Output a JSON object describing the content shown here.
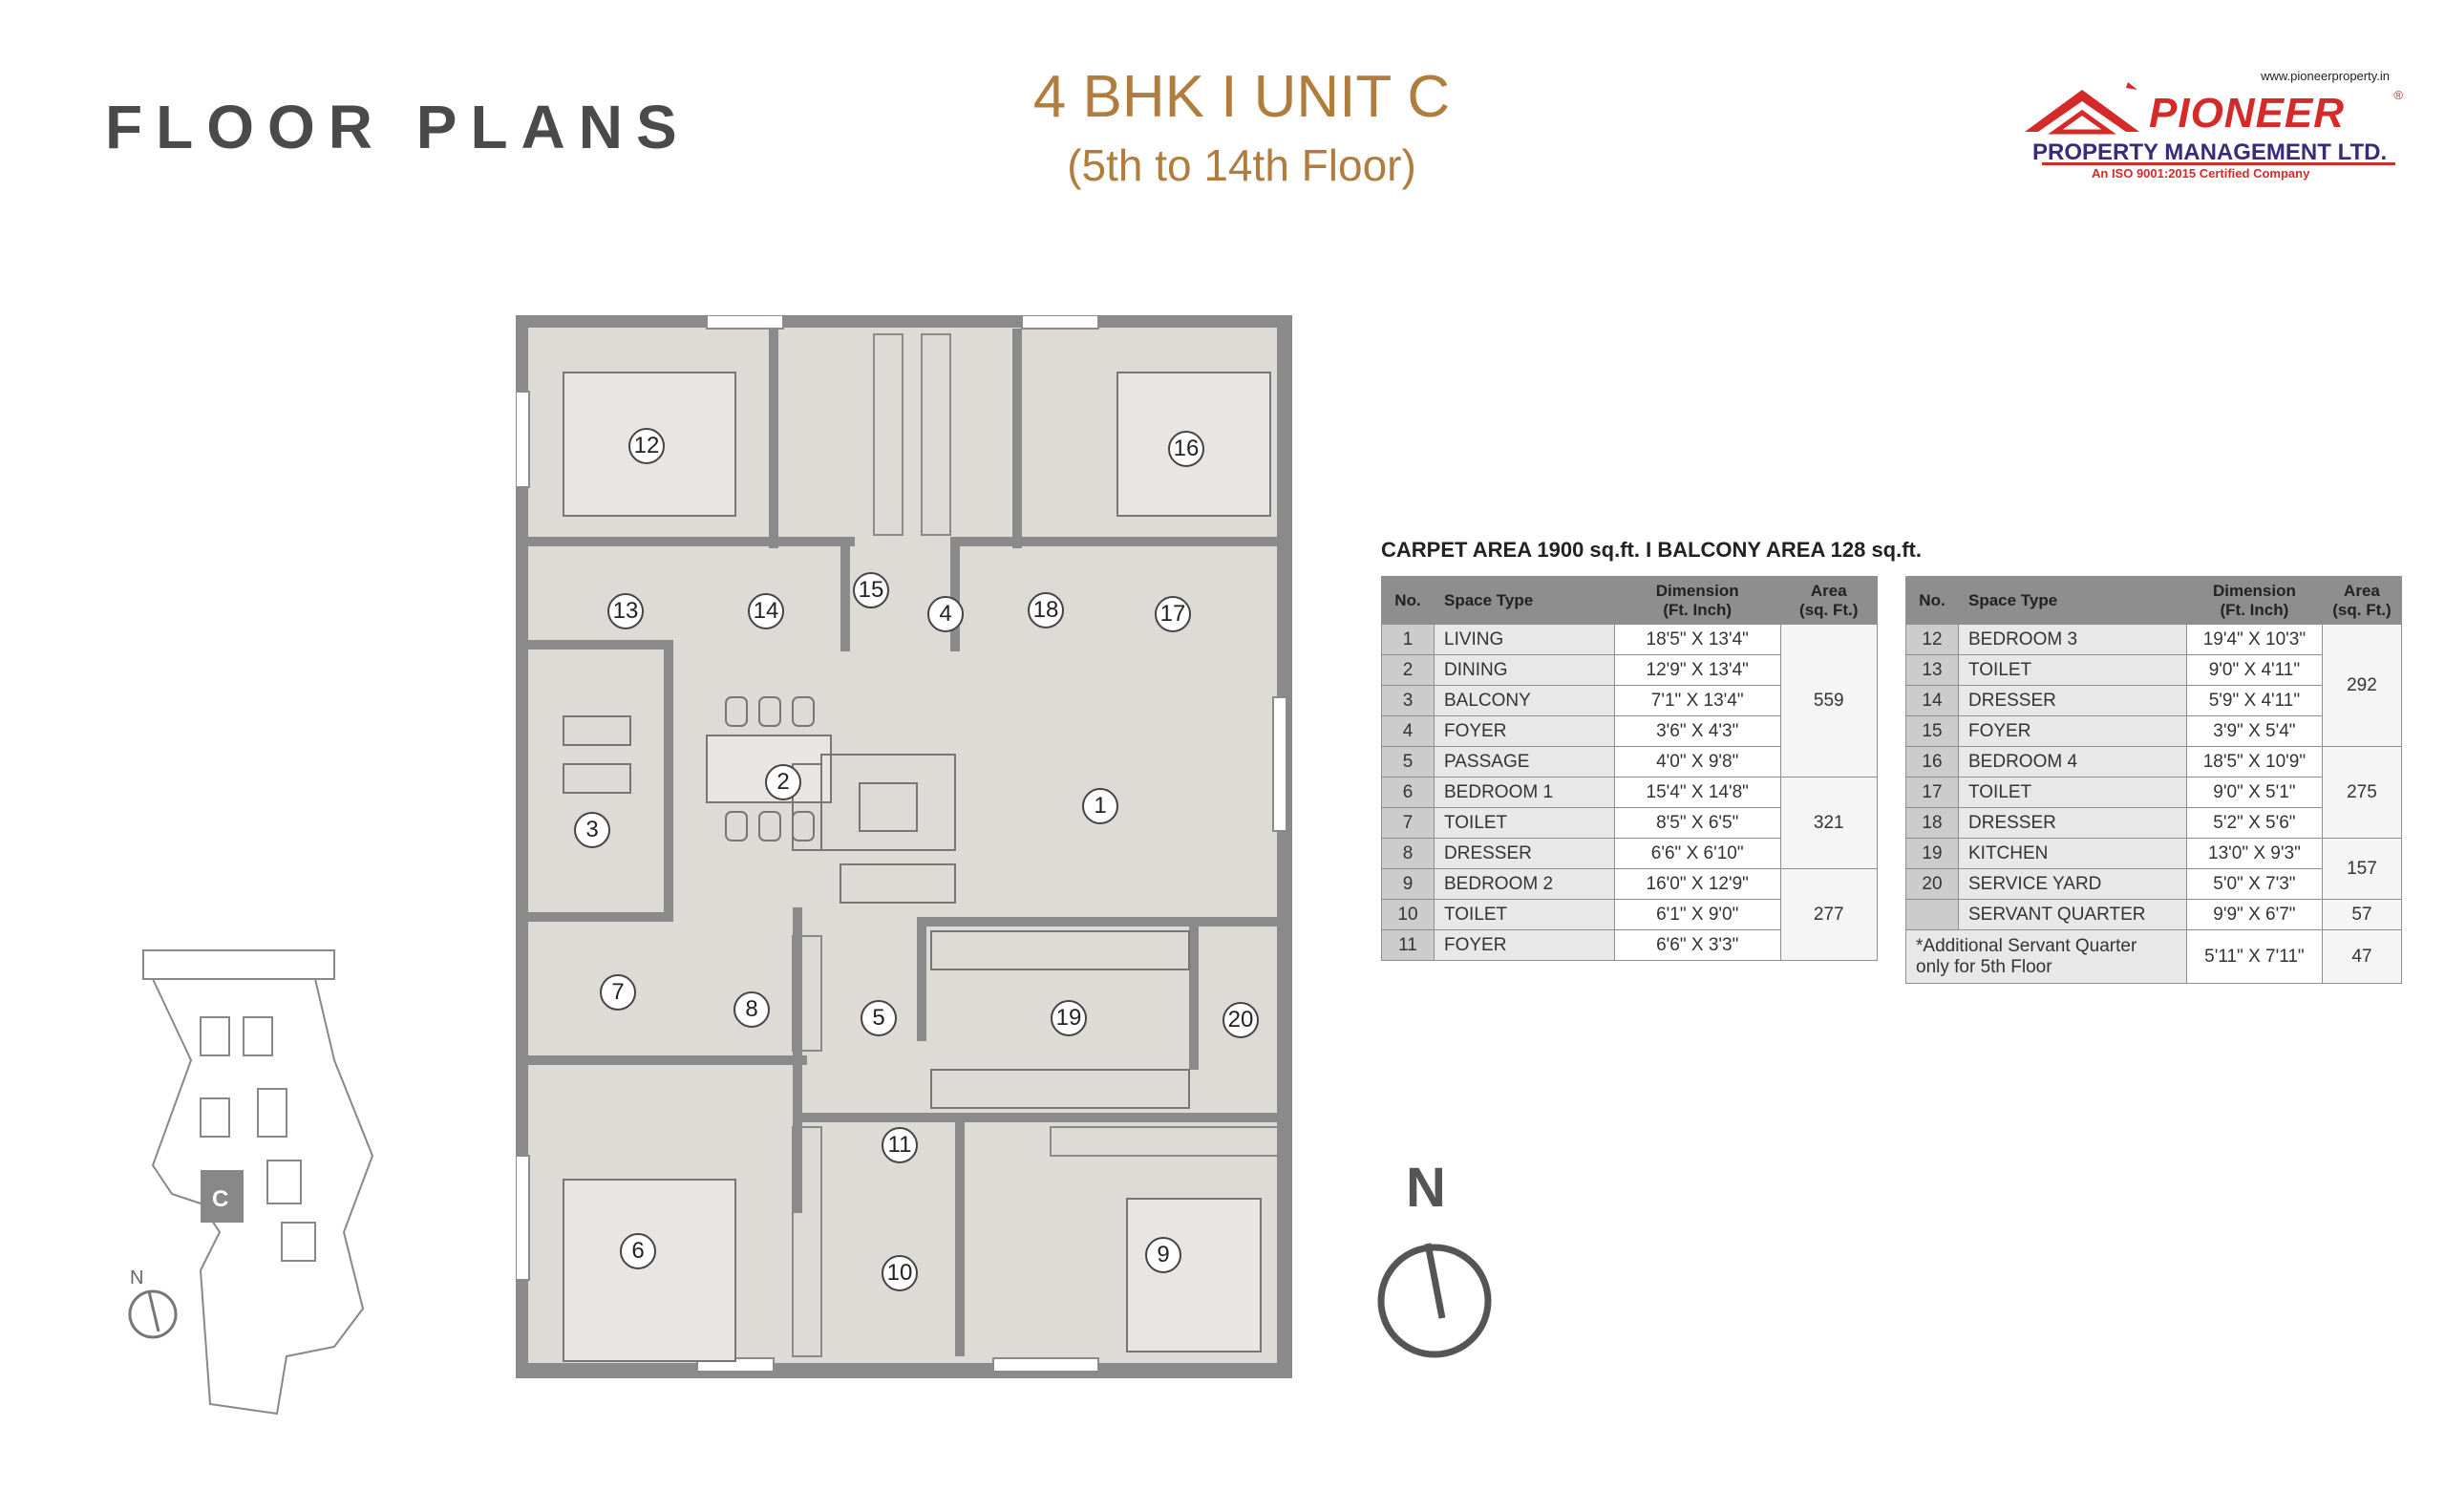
{
  "header": {
    "title": "FLOOR PLANS",
    "unit": "4 BHK I UNIT C",
    "floors": "(5th to 14th Floor)"
  },
  "logo": {
    "url": "www.pioneerproperty.in",
    "brand": "PIONEER",
    "registered": "®",
    "company": "PROPERTY MANAGEMENT LTD.",
    "certification": "An ISO 9001:2015 Certified Company"
  },
  "areas": {
    "summary": "CARPET AREA 1900 sq.ft. I BALCONY AREA 128 sq.ft."
  },
  "table_headers": {
    "no": "No.",
    "space_type": "Space Type",
    "dimension_line1": "Dimension",
    "dimension_line2": "(Ft. Inch)",
    "area_line1": "Area",
    "area_line2": "(sq. Ft.)"
  },
  "table_left": {
    "rows": [
      {
        "no": "1",
        "space": "LIVING",
        "dim": "18'5\" X 13'4\""
      },
      {
        "no": "2",
        "space": "DINING",
        "dim": "12'9\" X 13'4\""
      },
      {
        "no": "3",
        "space": "BALCONY",
        "dim": "7'1\" X 13'4\""
      },
      {
        "no": "4",
        "space": "FOYER",
        "dim": "3'6\" X 4'3\""
      },
      {
        "no": "5",
        "space": "PASSAGE",
        "dim": "4'0\" X 9'8\""
      },
      {
        "no": "6",
        "space": "BEDROOM 1",
        "dim": "15'4\" X 14'8\""
      },
      {
        "no": "7",
        "space": "TOILET",
        "dim": "8'5\" X 6'5\""
      },
      {
        "no": "8",
        "space": "DRESSER",
        "dim": "6'6\" X 6'10\""
      },
      {
        "no": "9",
        "space": "BEDROOM 2",
        "dim": "16'0\" X 12'9\""
      },
      {
        "no": "10",
        "space": "TOILET",
        "dim": "6'1\" X 9'0\""
      },
      {
        "no": "11",
        "space": "FOYER",
        "dim": "6'6\" X 3'3\""
      }
    ],
    "area_groups": [
      "559",
      "321",
      "277"
    ]
  },
  "table_right": {
    "rows": [
      {
        "no": "12",
        "space": "BEDROOM 3",
        "dim": "19'4\" X 10'3\""
      },
      {
        "no": "13",
        "space": "TOILET",
        "dim": "9'0\" X 4'11\""
      },
      {
        "no": "14",
        "space": "DRESSER",
        "dim": "5'9\" X 4'11\""
      },
      {
        "no": "15",
        "space": "FOYER",
        "dim": "3'9\" X 5'4\""
      },
      {
        "no": "16",
        "space": "BEDROOM 4",
        "dim": "18'5\" X 10'9\""
      },
      {
        "no": "17",
        "space": "TOILET",
        "dim": "9'0\" X 5'1\""
      },
      {
        "no": "18",
        "space": "DRESSER",
        "dim": "5'2\" X 5'6\""
      },
      {
        "no": "19",
        "space": "KITCHEN",
        "dim": "13'0\" X 9'3\""
      },
      {
        "no": "20",
        "space": "SERVICE YARD",
        "dim": "5'0\" X 7'3\""
      },
      {
        "no": "",
        "space": "SERVANT QUARTER",
        "dim": "9'9\" X 6'7\"",
        "area": "57"
      }
    ],
    "area_groups": [
      "292",
      "275",
      "157"
    ],
    "note_line1": "*Additional Servant Quarter",
    "note_line2": "only for 5th Floor",
    "note_dim": "5'11\" X 7'11\"",
    "note_area": "47"
  },
  "plan_labels": [
    "1",
    "2",
    "3",
    "4",
    "5",
    "6",
    "7",
    "8",
    "9",
    "10",
    "11",
    "12",
    "13",
    "14",
    "15",
    "16",
    "17",
    "18",
    "19",
    "20"
  ],
  "keyplan": {
    "unit_label": "C",
    "north": "N"
  },
  "compass": {
    "north": "N"
  },
  "colors": {
    "accent": "#b07d3e",
    "wall": "#8a8a8a",
    "floor": "#dedad6",
    "brand_red": "#d42a2a",
    "brand_blue": "#3a2a7a"
  }
}
